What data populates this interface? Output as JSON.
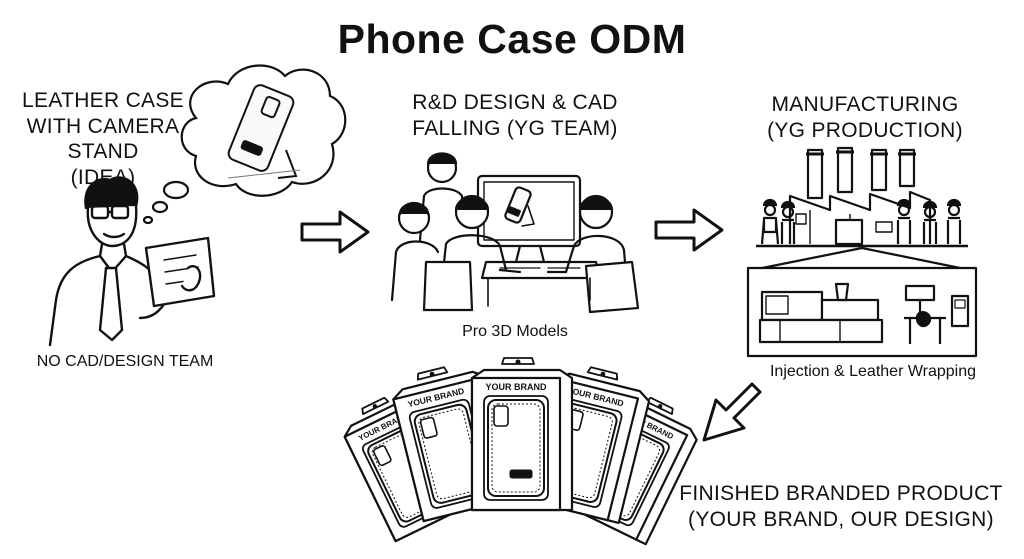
{
  "title": "Phone Case ODM",
  "stages": {
    "idea": {
      "label": "LEATHER CASE\nWITH CAMERA\nSTAND\n(IDEA)",
      "caption": "NO CAD/DESIGN TEAM"
    },
    "design": {
      "label": "R&D DESIGN & CAD\nFALLING (YG TEAM)",
      "caption": "Pro 3D Models"
    },
    "manufacturing": {
      "label": "MANUFACTURING\n(YG PRODUCTION)",
      "caption": "Injection & Leather Wrapping"
    },
    "product": {
      "label": "FINISHED BRANDED PRODUCT\n(YOUR BRAND, OUR DESIGN)",
      "box_text": "YOUR BRAND"
    }
  }
}
